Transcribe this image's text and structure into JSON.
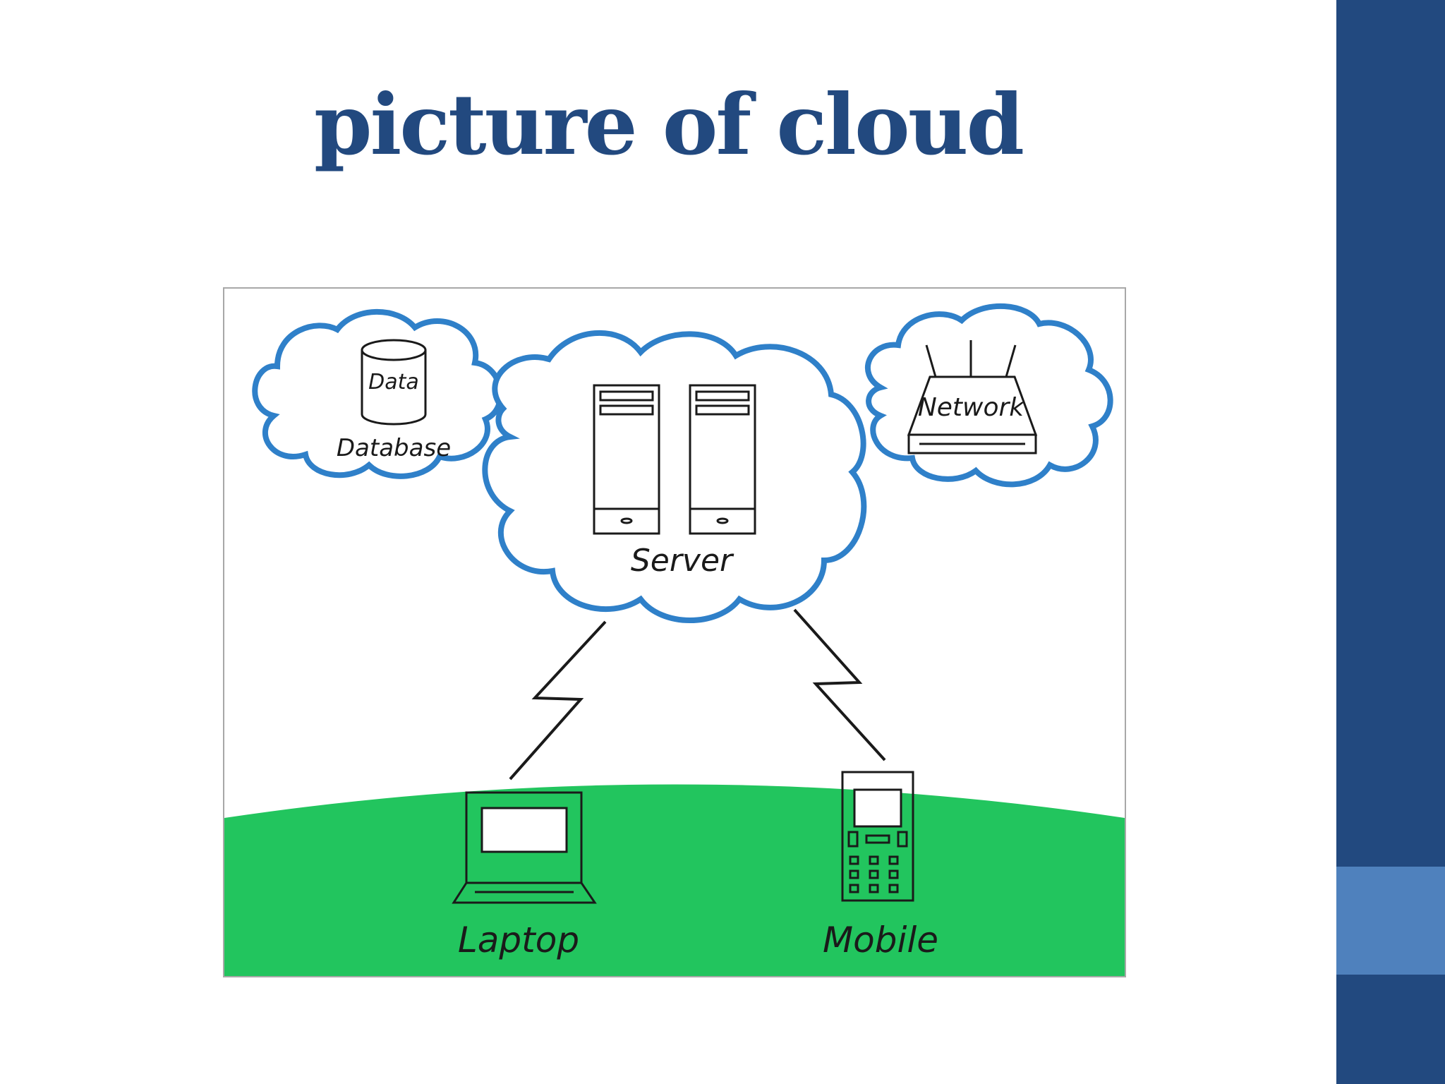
{
  "slide": {
    "title": "picture of cloud"
  },
  "diagram": {
    "labels": {
      "data": "Data",
      "database": "Database",
      "server": "Server",
      "network": "Network",
      "laptop": "Laptop",
      "mobile": "Mobile"
    },
    "colors": {
      "cloud_outline": "#2f80c9",
      "ground": "#22c55e",
      "ink": "#1a1a1a",
      "slide_bar": "#22497f",
      "slide_accent": "#4f81bd",
      "title": "#22497f"
    }
  }
}
